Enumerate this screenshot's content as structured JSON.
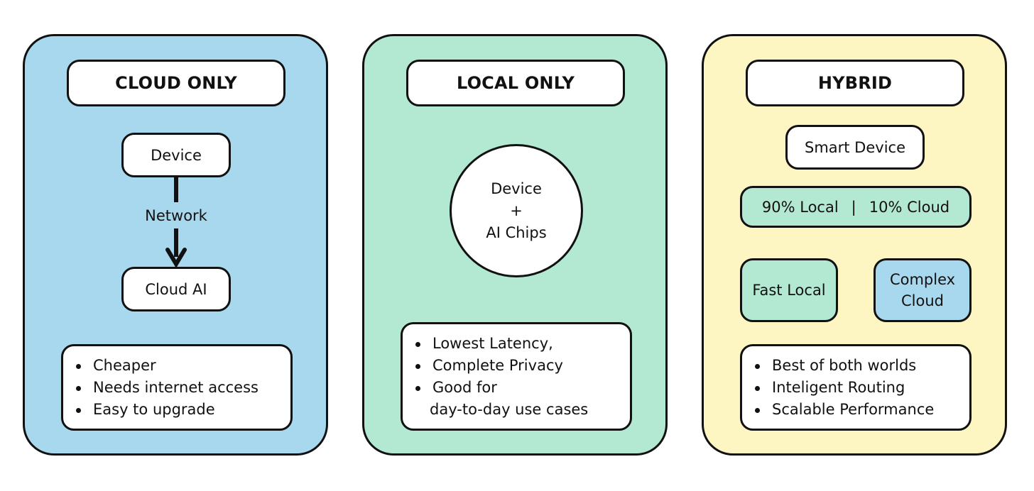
{
  "colors": {
    "cloud_panel": "#a8d8ee",
    "local_panel": "#b3e8d3",
    "hybrid_panel": "#fdf6c3",
    "node_fill": "#ffffff",
    "stroke": "#111111"
  },
  "cloud": {
    "title": "CLOUD ONLY",
    "device": "Device",
    "network": "Network",
    "cloud_ai": "Cloud AI",
    "points": [
      "Cheaper",
      "Needs internet access",
      "Easy to upgrade"
    ]
  },
  "local": {
    "title": "LOCAL ONLY",
    "circle": [
      "Device",
      "+",
      "AI Chips"
    ],
    "points": [
      "Lowest Latency,",
      "Complete Privacy",
      "Good for"
    ],
    "points_continuation": "day-to-day use cases"
  },
  "hybrid": {
    "title": "HYBRID",
    "smart_device": "Smart Device",
    "split": {
      "local": "90% Local",
      "separator": "|",
      "cloud": "10% Cloud"
    },
    "fast_local": "Fast Local",
    "complex_cloud": [
      "Complex",
      "Cloud"
    ],
    "points": [
      "Best of both worlds",
      "Inteligent Routing",
      "Scalable Performance"
    ]
  }
}
